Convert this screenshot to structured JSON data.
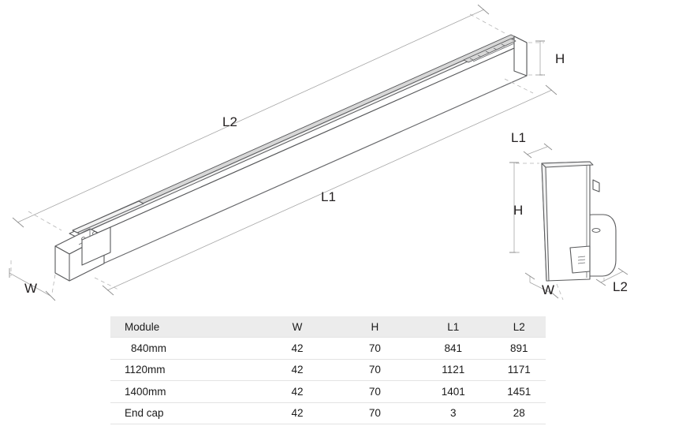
{
  "drawing": {
    "title": "linear-luminaire-dimension-drawing",
    "views": [
      {
        "name": "isometric-module-view",
        "dimension_labels": [
          {
            "id": "L2",
            "label": "L2"
          },
          {
            "id": "L1",
            "label": "L1"
          },
          {
            "id": "H",
            "label": "H"
          },
          {
            "id": "W",
            "label": "W"
          }
        ]
      },
      {
        "name": "end-cap-detail-view",
        "dimension_labels": [
          {
            "id": "L1",
            "label": "L1"
          },
          {
            "id": "H",
            "label": "H"
          },
          {
            "id": "W",
            "label": "W"
          },
          {
            "id": "L2",
            "label": "L2"
          }
        ]
      }
    ],
    "colors": {
      "outline": "#58595b",
      "dimension_line": "#9a9a9a",
      "fill": "#ffffff",
      "shadow": "#d9d9d9"
    }
  },
  "table": {
    "headers": [
      "Module",
      "W",
      "H",
      "L1",
      "L2"
    ],
    "rows": [
      {
        "module": "840mm",
        "w": "42",
        "h": "70",
        "l1": "841",
        "l2": "891"
      },
      {
        "module": "1120mm",
        "w": "42",
        "h": "70",
        "l1": "1121",
        "l2": "1171"
      },
      {
        "module": "1400mm",
        "w": "42",
        "h": "70",
        "l1": "1401",
        "l2": "1451"
      },
      {
        "module": "End cap",
        "w": "42",
        "h": "70",
        "l1": "3",
        "l2": "28"
      }
    ]
  }
}
